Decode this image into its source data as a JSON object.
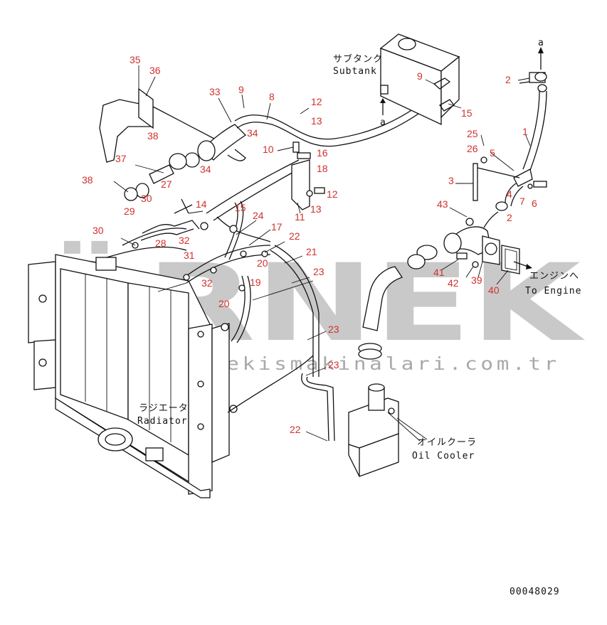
{
  "diagram": {
    "labels": {
      "subtank_jp": "サブタンク",
      "subtank_en": "Subtank",
      "engine_jp": "エンジンへ",
      "engine_en": "To Engine",
      "radiator_jp": "ラジエータ",
      "radiator_en": "Radiator",
      "oilcooler_jp": "オイルクーラ",
      "oilcooler_en": "Oil Cooler",
      "ref_a_top": "a",
      "ref_a_bottom": "a",
      "doc_number": "00048029"
    },
    "watermark": {
      "brand": "ÖRNEK",
      "url": "www.ornekismakinalari.com.tr"
    },
    "callout_color": "#d0312d",
    "callouts": [
      "35",
      "36",
      "33",
      "9",
      "8",
      "12",
      "13",
      "10",
      "16",
      "18",
      "11",
      "13",
      "12",
      "38",
      "37",
      "34",
      "34",
      "27",
      "38",
      "30",
      "29",
      "14",
      "15",
      "24",
      "17",
      "22",
      "21",
      "23",
      "23",
      "23",
      "22",
      "30",
      "28",
      "32",
      "31",
      "32",
      "20",
      "19",
      "20",
      "9",
      "15",
      "2",
      "1",
      "25",
      "26",
      "5",
      "3",
      "7",
      "6",
      "4",
      "2",
      "43",
      "41",
      "42",
      "39",
      "40"
    ]
  }
}
